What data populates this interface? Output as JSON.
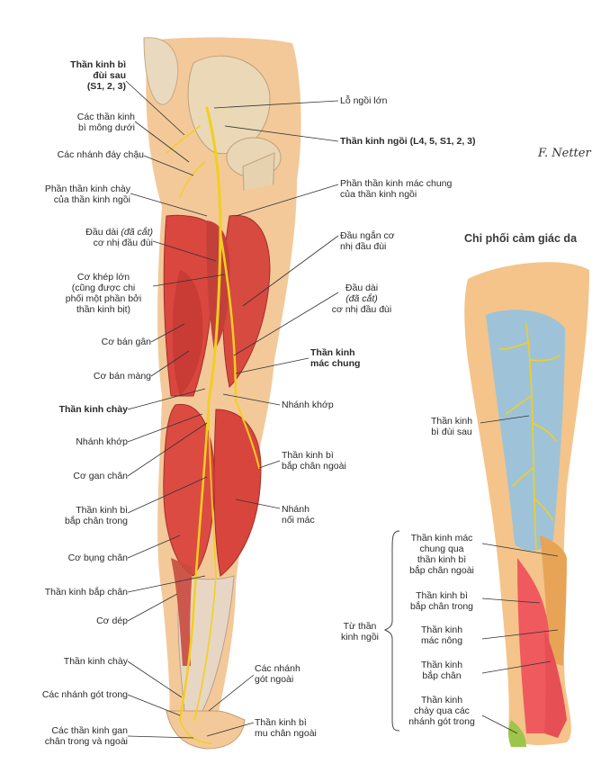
{
  "left": {
    "posterior_femoral_cutaneous": [
      "Thần kinh bì",
      "đùi sau",
      "(S1, 2, 3)"
    ],
    "inferior_cluneal": [
      "Các thần kinh",
      "bì mông dưới"
    ],
    "perineal_branches": "Các nhánh đáy chậu",
    "tibial_division": [
      "Phần thần kinh chày",
      "của thần kinh ngồi"
    ],
    "long_head_cut": [
      "Đầu dài",
      "(đã cắt)",
      "cơ nhị đầu đùi"
    ],
    "adductor_magnus": [
      "Cơ khép lớn",
      "(cũng được chi",
      "phối một phần bởi",
      "thần kinh bịt)"
    ],
    "semitendinosus": "Cơ bán gân",
    "semimembranosus": "Cơ bán màng",
    "tibial_nerve": "Thần kinh chày",
    "articular_branch": "Nhánh khớp",
    "plantaris": "Cơ gan chân",
    "medial_sural_cutaneous": [
      "Thần kinh bì",
      "bắp chân trong"
    ],
    "gastrocnemius": "Cơ bụng chân",
    "sural_nerve": "Thần kinh bắp chân",
    "soleus": "Cơ dép",
    "tibial_nerve_low": "Thần kinh chày",
    "medial_calcaneal": "Các nhánh gót trong",
    "plantar_nerves": [
      "Các thần kinh gan",
      "chân trong và ngoài"
    ]
  },
  "right": {
    "greater_sciatic_foramen": "Lỗ ngồi lớn",
    "sciatic_nerve": "Thần kinh ngồi (L4, 5, S1, 2, 3)",
    "common_fibular_division": [
      "Phần thần kinh mác chung",
      "của thần kinh ngồi"
    ],
    "short_head": [
      "Đầu ngắn cơ",
      "nhị đầu đùi"
    ],
    "long_head_cut": [
      "Đầu dài",
      "(đã cắt)",
      "cơ nhị đầu đùi"
    ],
    "common_fibular_nerve": [
      "Thần kinh",
      "mác chung"
    ],
    "articular_branch": "Nhánh khớp",
    "lateral_sural_cutaneous": [
      "Thần kinh bì",
      "bắp chân ngoài"
    ],
    "sural_communicating": [
      "Nhánh",
      "nối mác"
    ],
    "lateral_calcaneal": [
      "Các nhánh",
      "gót ngoài"
    ],
    "lateral_dorsal_cutaneous": [
      "Thần kinh bì",
      "mu chân ngoài"
    ]
  },
  "inset": {
    "title": "Chi phối cảm giác da",
    "posterior_femoral": [
      "Thần kinh",
      "bì đùi sau"
    ],
    "from_sciatic": [
      "Từ thần",
      "kinh ngồi"
    ],
    "fibular_via_lateral_sural": [
      "Thần kinh mác",
      "chung qua",
      "thần kinh bì",
      "bắp chân ngoài"
    ],
    "medial_sural": [
      "Thần kinh bì",
      "bắp chân trong"
    ],
    "superficial_fibular": [
      "Thần kinh",
      "mác nông"
    ],
    "sural": [
      "Thần kinh",
      "bắp chân"
    ],
    "tibial_calcaneal": [
      "Thần kinh",
      "chày qua các",
      "nhánh gót trong"
    ]
  },
  "signature": "F. Netter",
  "colors": {
    "muscle": "#d9473f",
    "muscle_dark": "#b3302b",
    "nerve": "#f2cf1f",
    "bone": "#e8d3b0",
    "skin": "#f4c48a",
    "zone_blue": "#9ec3d8",
    "zone_red": "#ef5a5e",
    "zone_orange": "#e7a457",
    "zone_green": "#9cc64a"
  }
}
